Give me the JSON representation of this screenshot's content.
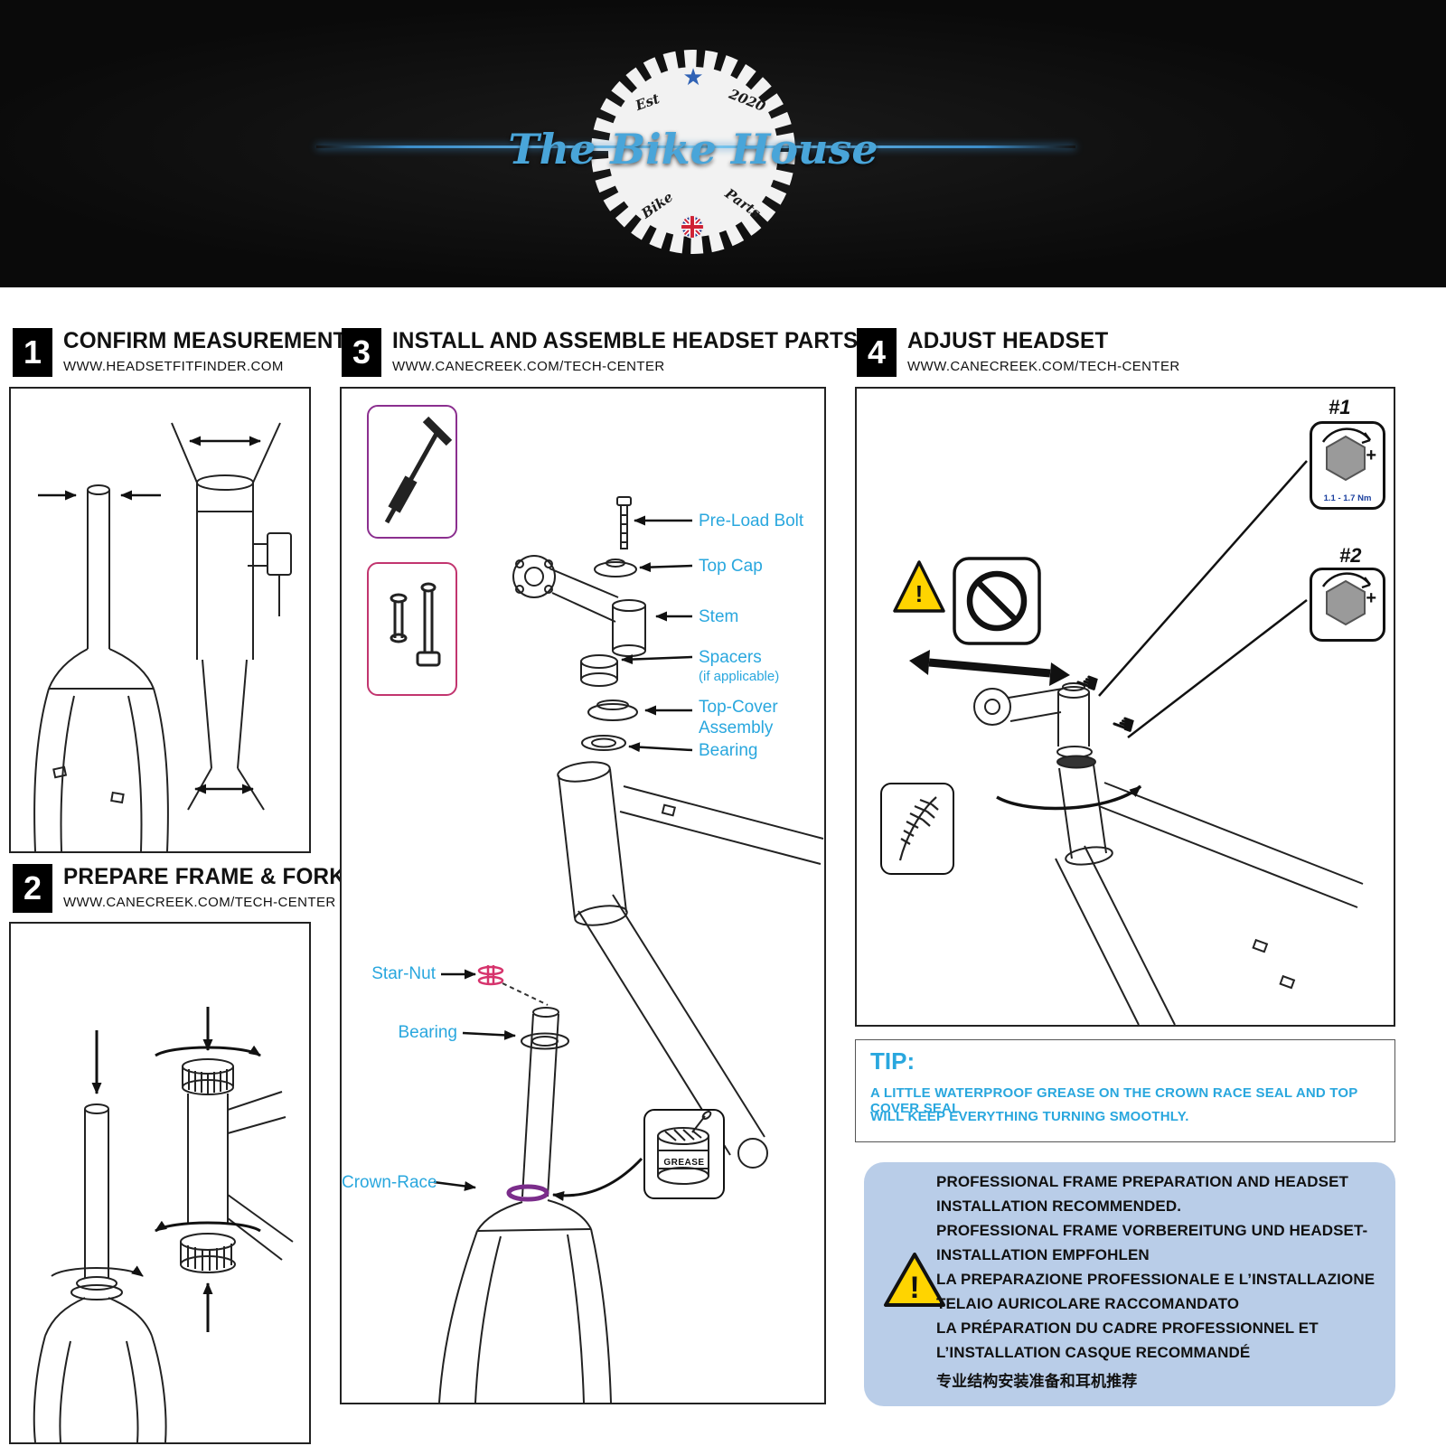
{
  "header": {
    "brand": "The Bike House",
    "est": "Est",
    "year": "2020",
    "bike": "Bike",
    "parts": "Parts"
  },
  "sections": {
    "s1": {
      "num": "1",
      "title": "CONFIRM MEASUREMENTS",
      "url": "WWW.HEADSETFITFINDER.COM"
    },
    "s2": {
      "num": "2",
      "title": "PREPARE FRAME & FORK",
      "url": "WWW.CANECREEK.COM/TECH-CENTER"
    },
    "s3": {
      "num": "3",
      "title": "INSTALL AND ASSEMBLE HEADSET PARTS",
      "url": "WWW.CANECREEK.COM/TECH-CENTER"
    },
    "s4": {
      "num": "4",
      "title": "ADJUST HEADSET",
      "url": "WWW.CANECREEK.COM/TECH-CENTER"
    }
  },
  "exploded_labels": {
    "preload_bolt": "Pre-Load Bolt",
    "top_cap": "Top Cap",
    "stem": "Stem",
    "spacers": "Spacers",
    "spacers_note": "(if applicable)",
    "top_cover_line1": "Top-Cover",
    "top_cover_line2": "Assembly",
    "bearing_top": "Bearing",
    "star_nut": "Star-Nut",
    "bearing_bottom": "Bearing",
    "crown_race": "Crown-Race",
    "grease_can": "GREASE"
  },
  "adjust": {
    "tool1_label": "#1",
    "tool2_label": "#2",
    "torque": "1.1 - 1.7 Nm",
    "plus": "+"
  },
  "icons": {
    "star": "★",
    "warning_mark": "!",
    "hand": "☛"
  },
  "tip": {
    "heading": "TIP:",
    "line1": "A LITTLE WATERPROOF GREASE ON THE CROWN RACE SEAL AND TOP COVER SEAL",
    "line2": "WILL KEEP EVERYTHING TURNING SMOOTHLY."
  },
  "notice": {
    "lines": [
      "PROFESSIONAL FRAME PREPARATION AND HEADSET",
      "INSTALLATION RECOMMENDED.",
      "PROFESSIONAL FRAME VORBEREITUNG UND HEADSET-",
      "INSTALLATION EMPFOHLEN",
      "LA PREPARAZIONE PROFESSIONALE E L’INSTALLAZIONE",
      "TELAIO AURICOLARE RACCOMANDATO",
      "LA PRÉPARATION DU CADRE PROFESSIONNEL ET",
      "L’INSTALLATION CASQUE RECOMMANDÉ",
      "专业结构安装准备和耳机推荐"
    ]
  },
  "colors": {
    "accent_cyan": "#29a7de",
    "logo_blue": "#49a5d9",
    "notice_bg": "#b9cde8",
    "warning_yellow": "#ffd400",
    "star_nut_pink": "#d6336c",
    "crown_race_purple": "#7b2d8b"
  }
}
